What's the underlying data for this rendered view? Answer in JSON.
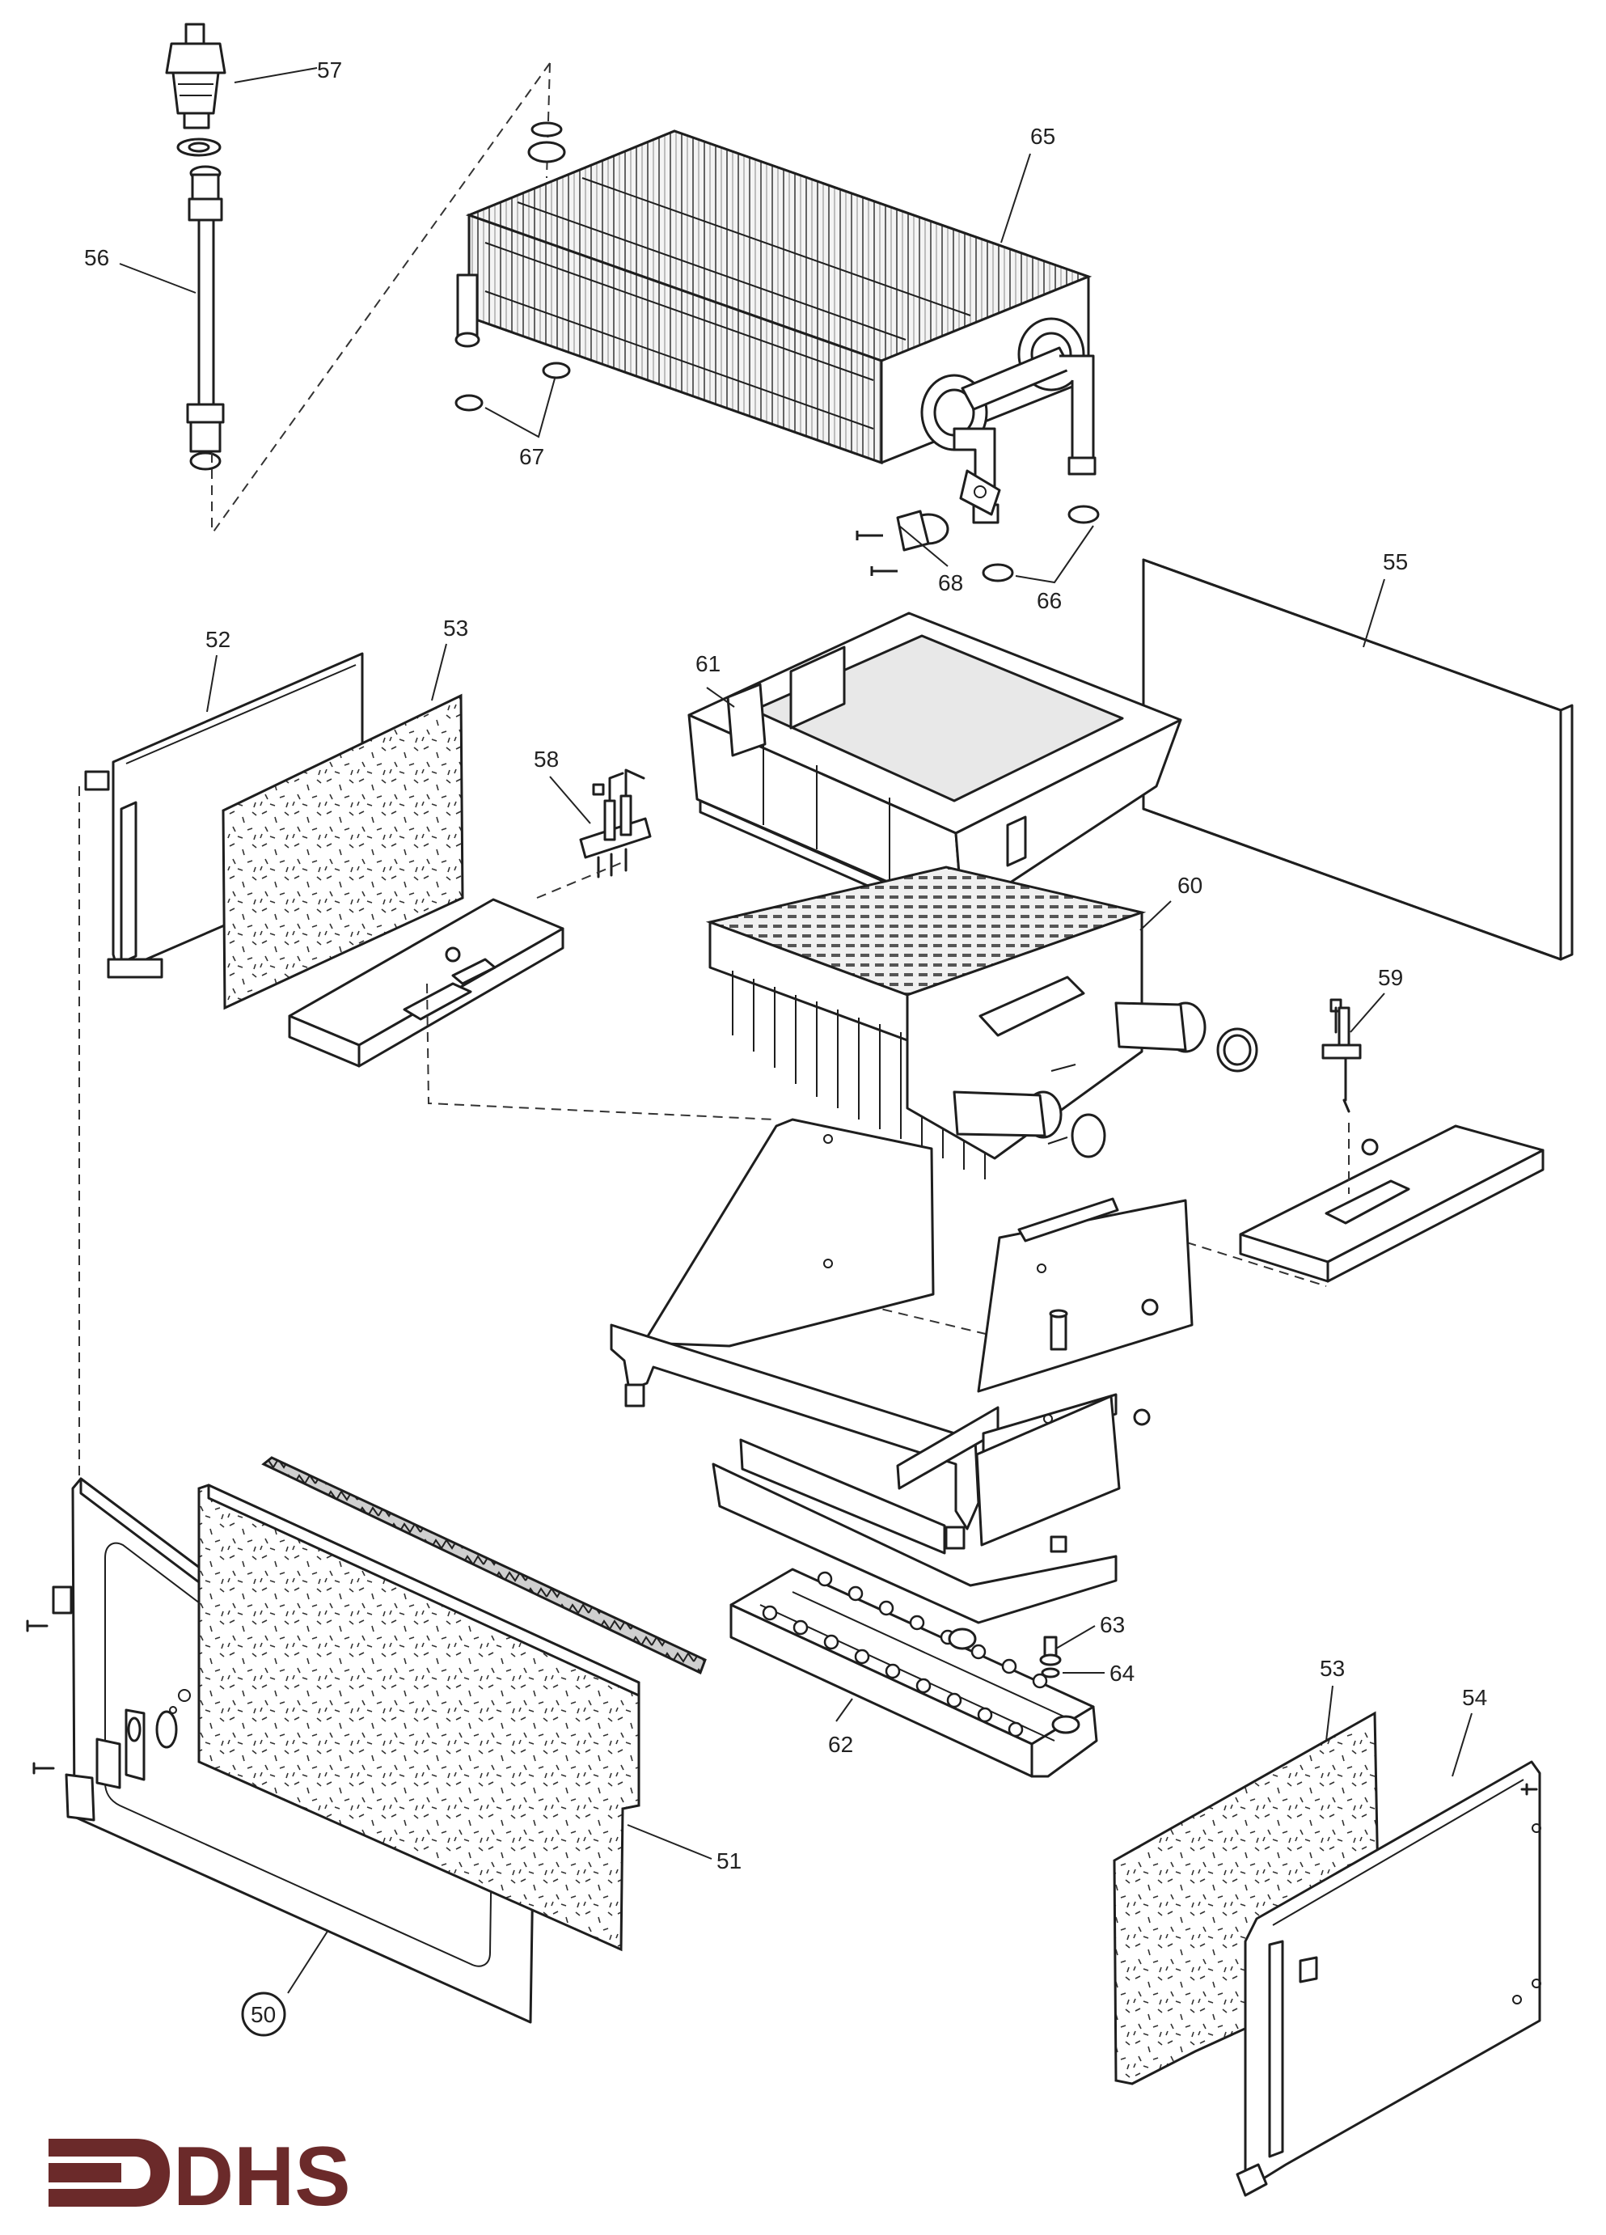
{
  "callouts": [
    {
      "id": "57",
      "label": "57"
    },
    {
      "id": "56",
      "label": "56"
    },
    {
      "id": "65",
      "label": "65"
    },
    {
      "id": "67",
      "label": "67"
    },
    {
      "id": "68",
      "label": "68"
    },
    {
      "id": "66",
      "label": "66"
    },
    {
      "id": "55",
      "label": "55"
    },
    {
      "id": "52",
      "label": "52"
    },
    {
      "id": "53a",
      "label": "53"
    },
    {
      "id": "58",
      "label": "58"
    },
    {
      "id": "61",
      "label": "61"
    },
    {
      "id": "60",
      "label": "60"
    },
    {
      "id": "59",
      "label": "59"
    },
    {
      "id": "63",
      "label": "63"
    },
    {
      "id": "64",
      "label": "64"
    },
    {
      "id": "62",
      "label": "62"
    },
    {
      "id": "53b",
      "label": "53"
    },
    {
      "id": "54",
      "label": "54"
    },
    {
      "id": "51",
      "label": "51"
    },
    {
      "id": "50",
      "label": "50"
    }
  ],
  "logo": {
    "text": "DHS",
    "color": "#6b2a2a"
  }
}
